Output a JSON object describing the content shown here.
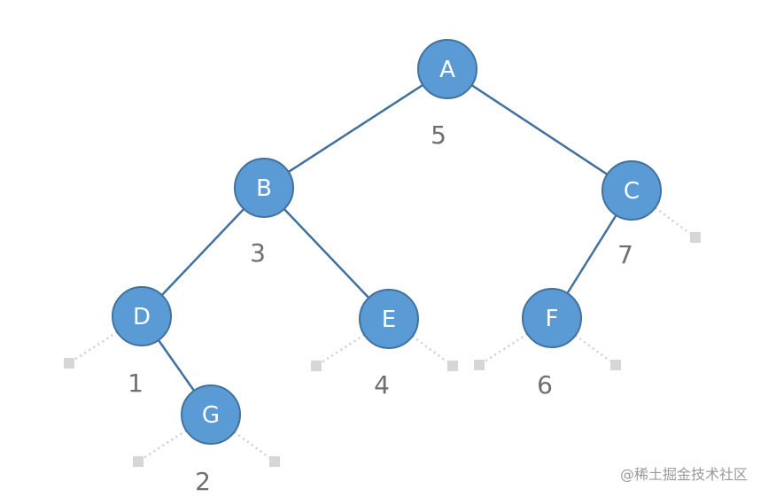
{
  "colors": {
    "node_fill": "#5b9bd5",
    "node_stroke": "#41719c",
    "edge": "#41719c",
    "null_marker": "#d6d6d6",
    "number_text": "#6f6f6f",
    "letter_text": "#ffffff"
  },
  "nodes": [
    {
      "id": "A",
      "label": "A",
      "number": "5"
    },
    {
      "id": "B",
      "label": "B",
      "number": "3"
    },
    {
      "id": "C",
      "label": "C",
      "number": "7"
    },
    {
      "id": "D",
      "label": "D",
      "number": "1"
    },
    {
      "id": "E",
      "label": "E",
      "number": "4"
    },
    {
      "id": "F",
      "label": "F",
      "number": "6"
    },
    {
      "id": "G",
      "label": "G",
      "number": "2"
    }
  ],
  "edges": [
    {
      "from": "A",
      "to": "B"
    },
    {
      "from": "A",
      "to": "C"
    },
    {
      "from": "B",
      "to": "D"
    },
    {
      "from": "B",
      "to": "E"
    },
    {
      "from": "C",
      "to": "F"
    },
    {
      "from": "D",
      "to": "G"
    }
  ],
  "null_children": [
    {
      "parent": "C",
      "side": "right"
    },
    {
      "parent": "D",
      "side": "left"
    },
    {
      "parent": "E",
      "side": "left"
    },
    {
      "parent": "E",
      "side": "right"
    },
    {
      "parent": "F",
      "side": "left"
    },
    {
      "parent": "F",
      "side": "right"
    },
    {
      "parent": "G",
      "side": "left"
    },
    {
      "parent": "G",
      "side": "right"
    }
  ],
  "watermark": "@稀土掘金技术社区"
}
